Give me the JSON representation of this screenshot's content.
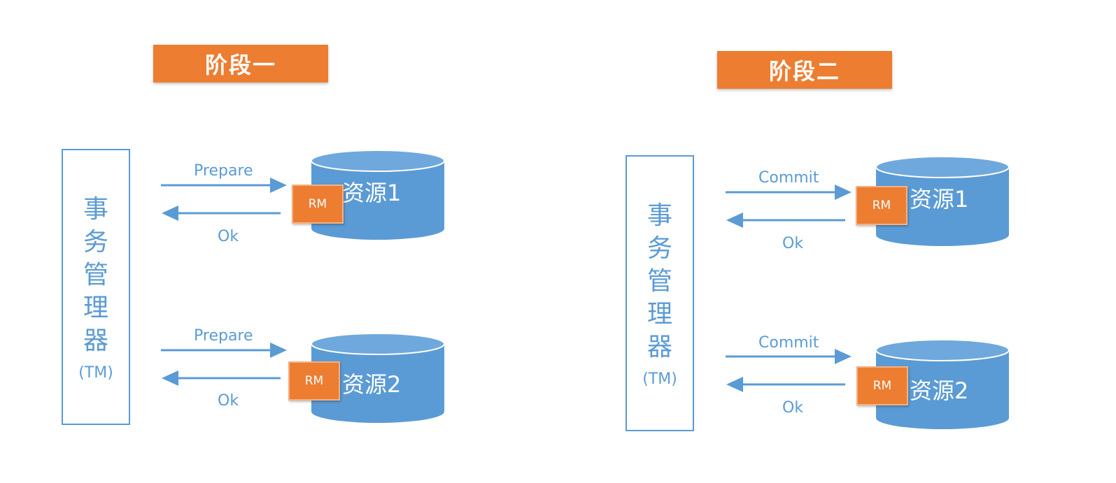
{
  "phases": [
    {
      "title": "阶段一",
      "tm": {
        "chars": [
          "事",
          "务",
          "管",
          "理",
          "器"
        ],
        "abbr": "(TM)"
      },
      "resources": [
        {
          "name": "资源1",
          "rm": "RM",
          "request": "Prepare",
          "response": "Ok"
        },
        {
          "name": "资源2",
          "rm": "RM",
          "request": "Prepare",
          "response": "Ok"
        }
      ]
    },
    {
      "title": "阶段二",
      "tm": {
        "chars": [
          "事",
          "务",
          "管",
          "理",
          "器"
        ],
        "abbr": "(TM)"
      },
      "resources": [
        {
          "name": "资源1",
          "rm": "RM",
          "request": "Commit",
          "response": "Ok"
        },
        {
          "name": "资源2",
          "rm": "RM",
          "request": "Commit",
          "response": "Ok"
        }
      ]
    }
  ],
  "colors": {
    "orange": "#ED7D31",
    "blue": "#5B9BD5",
    "cylinder_top": "#6FA8DC"
  }
}
